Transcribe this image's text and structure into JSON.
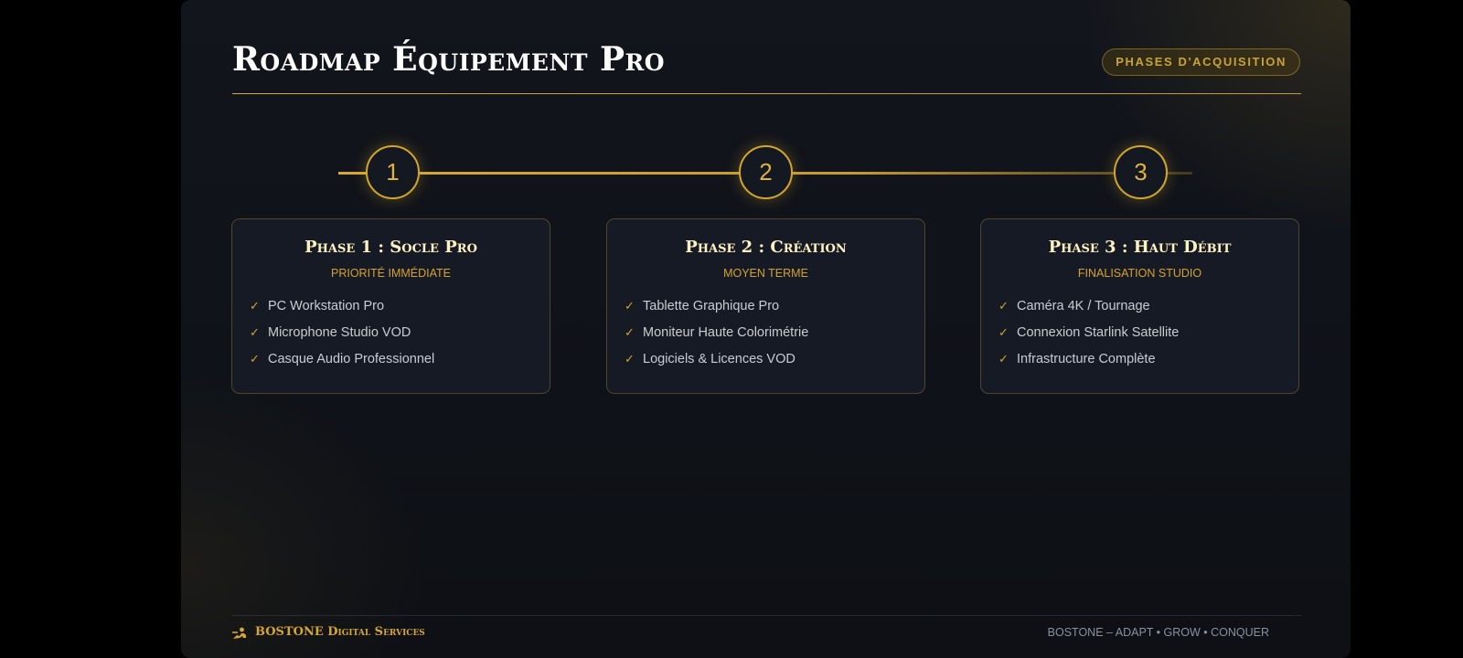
{
  "header": {
    "title": "Roadmap Équipement Pro",
    "badge": "PHASES D'ACQUISITION"
  },
  "timeline": {
    "steps": [
      "1",
      "2",
      "3"
    ]
  },
  "phases": [
    {
      "title": "Phase 1 : Socle Pro",
      "subtitle": "PRIORITÉ IMMÉDIATE",
      "items": [
        "PC Workstation Pro",
        "Microphone Studio VOD",
        "Casque Audio Professionnel"
      ]
    },
    {
      "title": "Phase 2 : Création",
      "subtitle": "MOYEN TERME",
      "items": [
        "Tablette Graphique Pro",
        "Moniteur Haute Colorimétrie",
        "Logiciels & Licences VOD"
      ]
    },
    {
      "title": "Phase 3 : Haut Débit",
      "subtitle": "FINALISATION STUDIO",
      "items": [
        "Caméra 4K / Tournage",
        "Connexion Starlink Satellite",
        "Infrastructure Complète"
      ]
    }
  ],
  "footer": {
    "brand": "BOSTONE Digital Services",
    "tagline": "BOSTONE – ADAPT • GROW • CONQUER",
    "logo_icon": "rider-logo-icon"
  },
  "icons": {
    "check": "check-icon"
  },
  "colors": {
    "accent": "#d4a52e",
    "background": "#12151c",
    "card": "#161a24"
  }
}
